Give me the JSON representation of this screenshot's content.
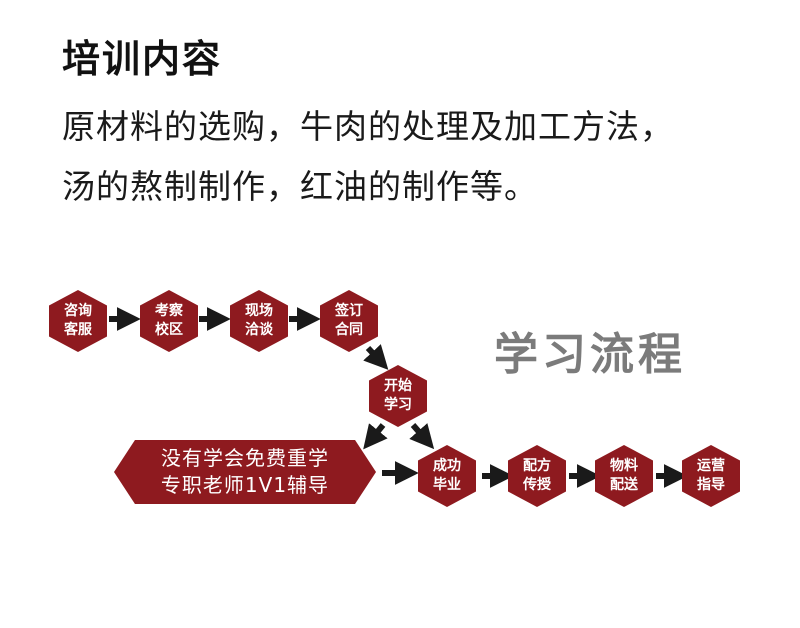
{
  "heading": "培训内容",
  "description": {
    "line1": "原材料的选购，牛肉的处理及加工方法，",
    "line2": "汤的熬制制作，红油的制作等。"
  },
  "flow": {
    "title": "学习流程",
    "steps": {
      "consult": [
        "咨询",
        "客服"
      ],
      "visit": [
        "考察",
        "校区"
      ],
      "negotiate": [
        "现场",
        "洽谈"
      ],
      "sign": [
        "签订",
        "合同"
      ],
      "start": [
        "开始",
        "学习"
      ],
      "success": [
        "成功",
        "毕业"
      ],
      "recipe": [
        "配方",
        "传授"
      ],
      "delivery": [
        "物料",
        "配送"
      ],
      "guidance": [
        "运营",
        "指导"
      ]
    },
    "retake": {
      "line1": "没有学会免费重学",
      "line2": "专职老师1V1辅导"
    }
  },
  "colors": {
    "hex_fill": "#8e1a1f",
    "arrow": "#1a1a1a",
    "flow_title": "#7b7b7b"
  }
}
